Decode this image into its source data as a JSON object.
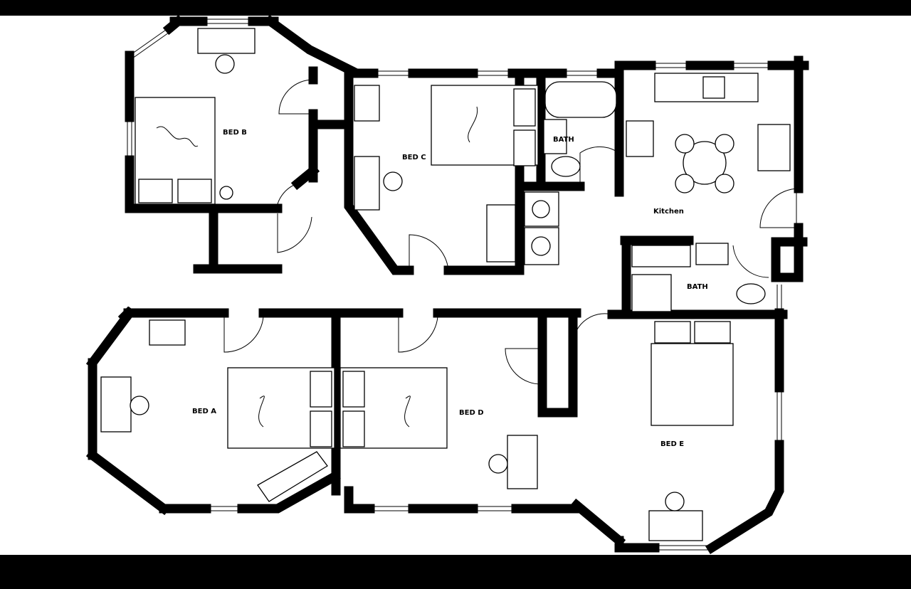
{
  "rooms": {
    "bed_a": "BED A",
    "bed_b": "BED B",
    "bed_c": "BED C",
    "bed_d": "BED D",
    "bed_e": "BED E",
    "bath_1": "BATH",
    "bath_2": "BATH",
    "kitchen": "Kitchen"
  },
  "colors": {
    "wall": "#000000",
    "background": "#ffffff",
    "letterbox": "#000000"
  }
}
